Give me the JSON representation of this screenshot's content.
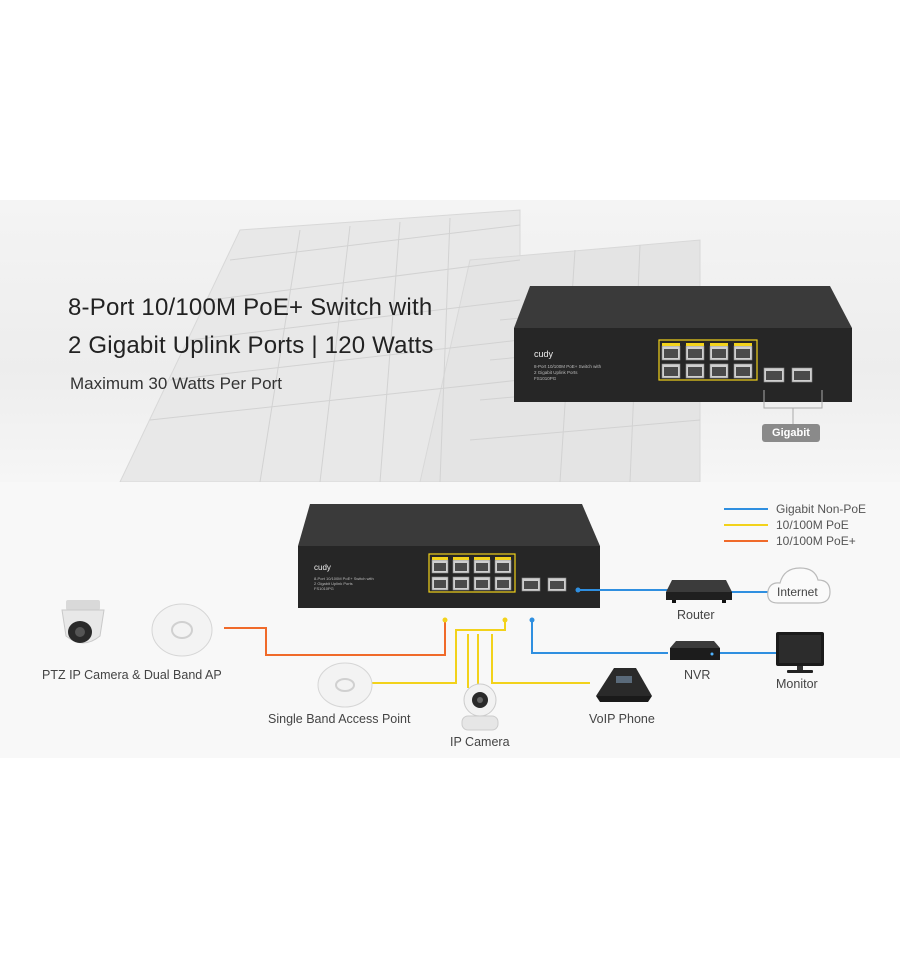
{
  "hero": {
    "title_line1": "8-Port 10/100M PoE+ Switch with",
    "title_line2": "2 Gigabit Uplink Ports | 120 Watts",
    "subtitle": "Maximum 30 Watts Per Port"
  },
  "switch": {
    "brand": "cudy",
    "model_line1": "8-Port 10/100M PoE+ Switch with",
    "model_line2": "2 Gigabit Uplink Ports",
    "model_code": "FS1010PG",
    "gigabit_badge": "Gigabit"
  },
  "legend": [
    {
      "label": "Gigabit Non-PoE",
      "color": "#2f8fe0"
    },
    {
      "label": "10/100M PoE",
      "color": "#f2d21b"
    },
    {
      "label": "10/100M PoE+",
      "color": "#f06a2a"
    }
  ],
  "devices": {
    "router": "Router",
    "internet": "Internet",
    "nvr": "NVR",
    "monitor": "Monitor",
    "ptz_camera_ap": "PTZ IP Camera & Dual Band AP",
    "single_band_ap": "Single Band Access Point",
    "ip_camera": "IP Camera",
    "voip_phone": "VoIP Phone"
  },
  "colors": {
    "gigabit": "#2f8fe0",
    "poe": "#f2d21b",
    "poe_plus": "#f06a2a",
    "switch_body": "#2b2b2b"
  }
}
